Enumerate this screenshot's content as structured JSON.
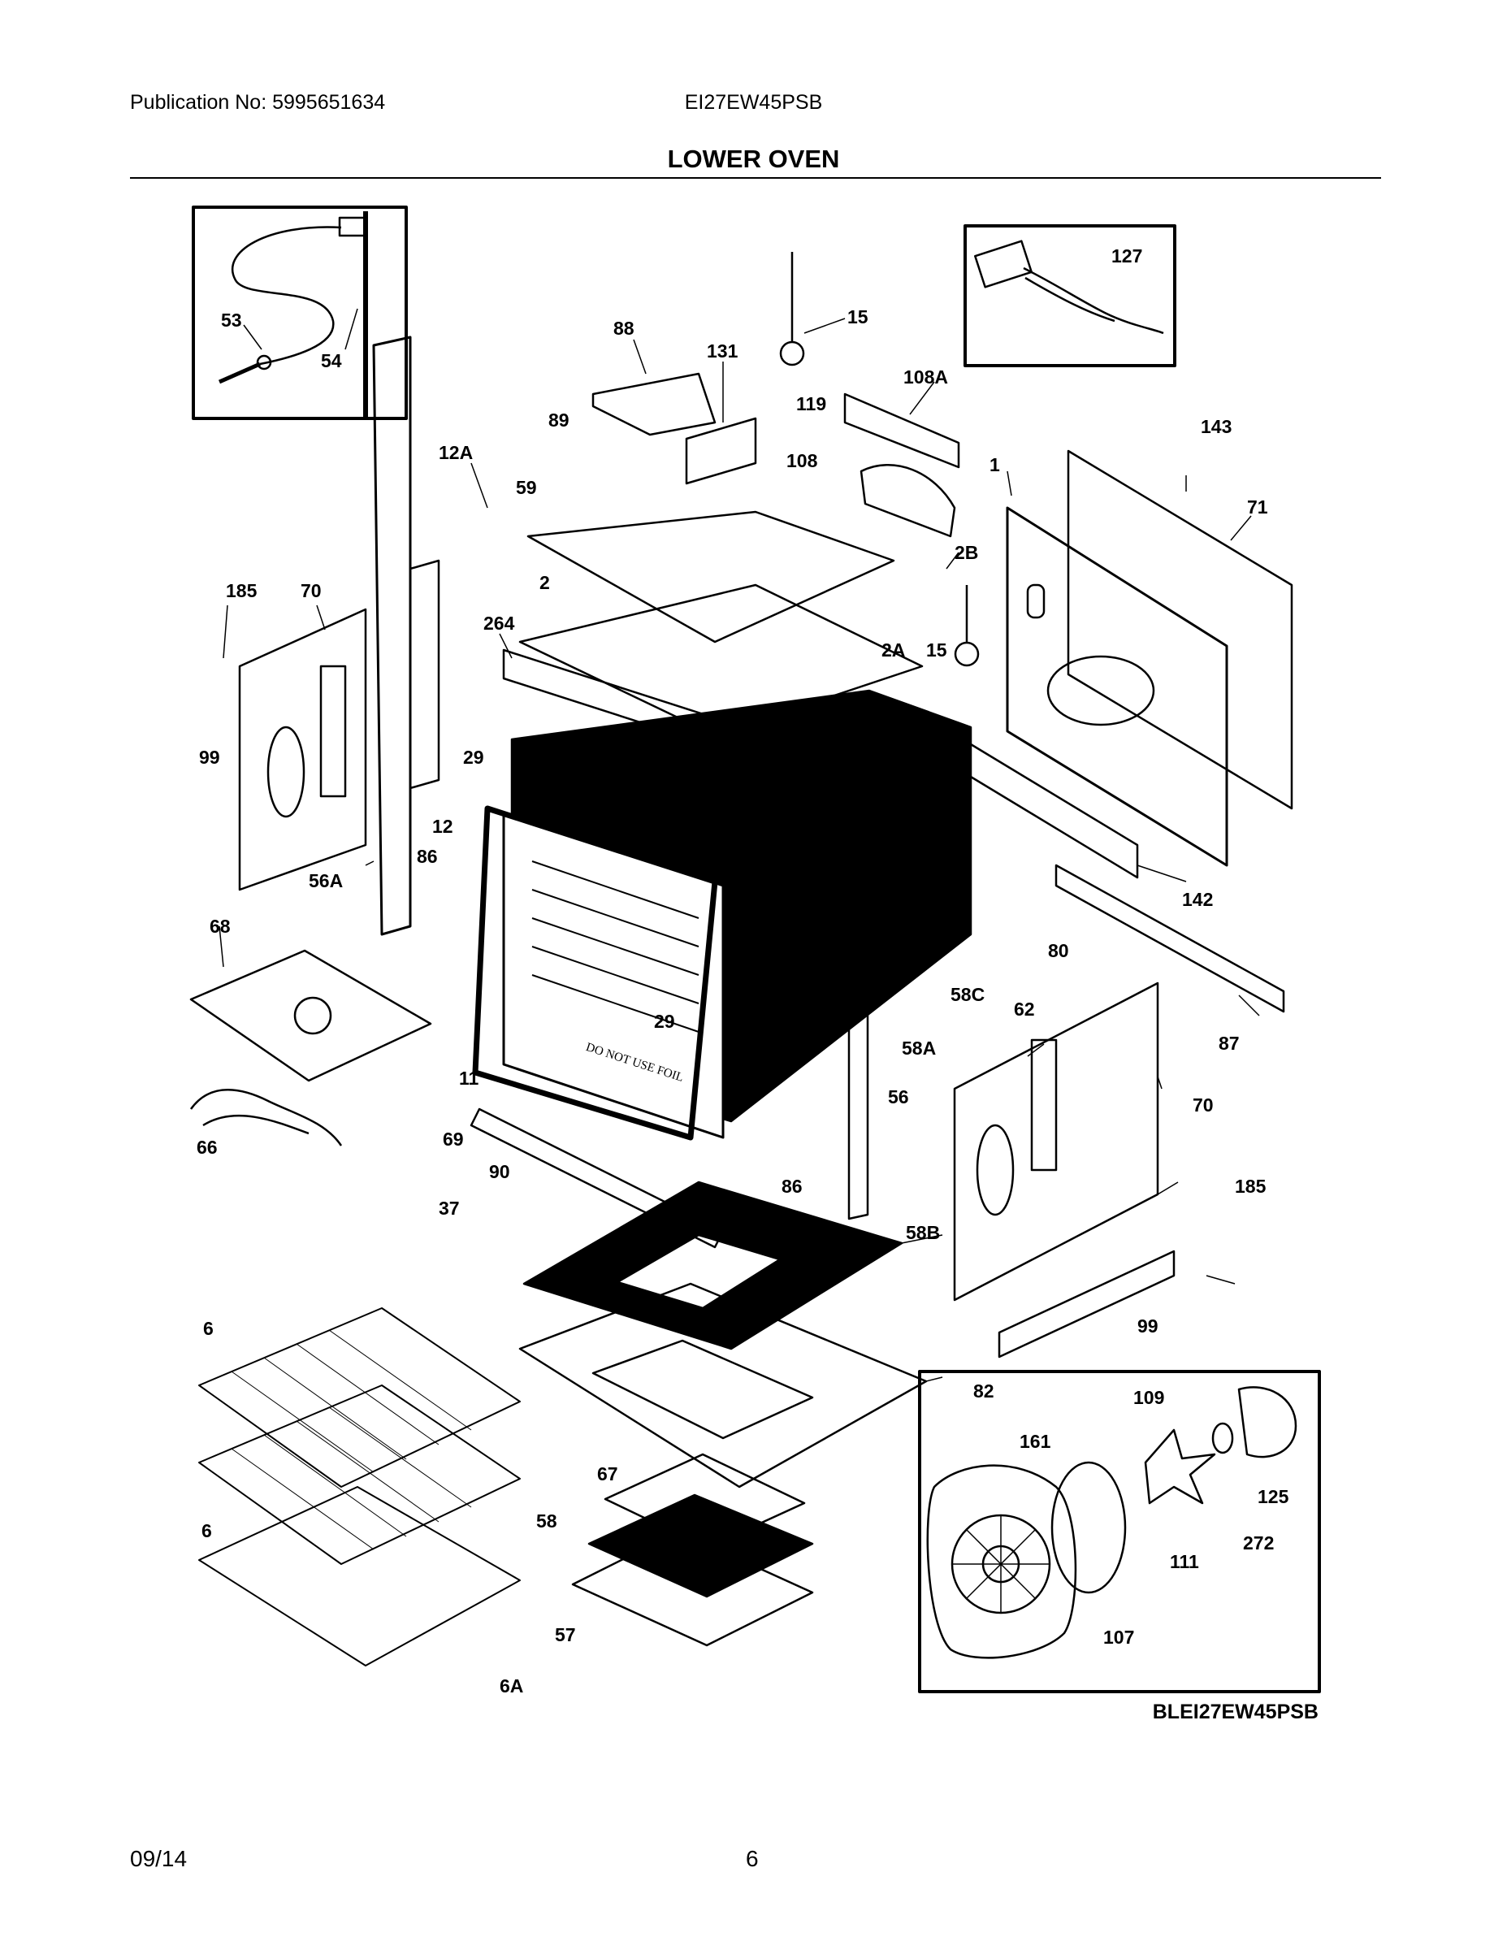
{
  "header": {
    "publication": "Publication No:  5995651634",
    "model": "EI27EW45PSB",
    "section_title": "LOWER OVEN"
  },
  "diagram": {
    "code": "BLEI27EW45PSB",
    "stamp_text": "DO NOT USE FOIL",
    "callouts": {
      "c53": "53",
      "c54": "54",
      "c88": "88",
      "c15a": "15",
      "c131": "131",
      "c127": "127",
      "c108A": "108A",
      "c119": "119",
      "c89": "89",
      "c108": "108",
      "c12A": "12A",
      "c59": "59",
      "c143": "143",
      "c1": "1",
      "c71": "71",
      "c2B": "2B",
      "c185a": "185",
      "c70a": "70",
      "c2": "2",
      "c264": "264",
      "c2A": "2A",
      "c15b": "15",
      "c99a": "99",
      "c29a": "29",
      "c12": "12",
      "c86a": "86",
      "c56A": "56A",
      "c142": "142",
      "c68": "68",
      "c80": "80",
      "c58C": "58C",
      "c62": "62",
      "c29b": "29",
      "c58A": "58A",
      "c87": "87",
      "c11": "11",
      "c56": "56",
      "c70b": "70",
      "c66": "66",
      "c69": "69",
      "c90": "90",
      "c86b": "86",
      "c185b": "185",
      "c37": "37",
      "c58B": "58B",
      "c99b": "99",
      "c6a": "6",
      "c82": "82",
      "c109": "109",
      "c161": "161",
      "c125": "125",
      "c6b": "6",
      "c67": "67",
      "c58": "58",
      "c272": "272",
      "c111": "111",
      "c57": "57",
      "c107": "107",
      "c6A": "6A"
    }
  },
  "footer": {
    "date": "09/14",
    "page": "6"
  }
}
